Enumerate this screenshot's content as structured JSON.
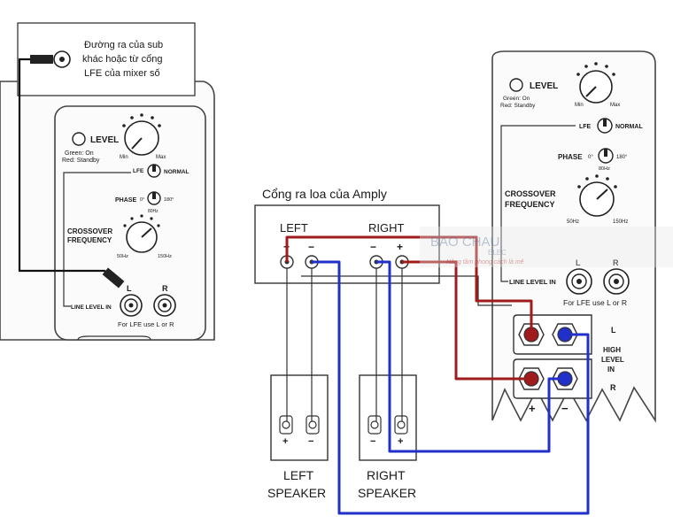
{
  "annotations": {
    "sub_output_note": [
      "Đường ra của sub",
      "khác hoặc từ cổng",
      "LFE của mixer số"
    ],
    "amp_output_note": "Cổng ra loa của Amply"
  },
  "sub_panel": {
    "level_label": "LEVEL",
    "status_line1": "Green: On",
    "status_line2": "Red: Standby",
    "knob_min": "Min",
    "knob_max": "Max",
    "lfe_label": "LFE",
    "normal_label": "NORMAL",
    "phase_label": "PHASE",
    "phase_0": "0°",
    "phase_180": "180°",
    "phase_mid": "80Hz",
    "crossover_line1": "CROSSOVER",
    "crossover_line2": "FREQUENCY",
    "crossover_min": "50Hz",
    "crossover_max": "150Hz",
    "line_level_in": "LINE LEVEL IN",
    "jack_l": "L",
    "jack_r": "R",
    "lfe_note": "For LFE use L or R"
  },
  "high_level_in": {
    "label_l": "L",
    "label_high": "HIGH",
    "label_level": "LEVEL",
    "label_in": "IN",
    "label_r": "R",
    "plus": "+",
    "minus": "−"
  },
  "amplifier": {
    "left": "LEFT",
    "right": "RIGHT",
    "plus": "+",
    "minus": "−"
  },
  "speakers": {
    "left_line1": "LEFT",
    "left_line2": "SPEAKER",
    "right_line1": "RIGHT",
    "right_line2": "SPEAKER",
    "plus": "+",
    "minus": "−"
  },
  "watermark": {
    "brand": "BAO CHAU",
    "sub": "ELEC",
    "slogan": "Nâng tầm phong cách là mê"
  },
  "colors": {
    "positive_wire": "#a01c1c",
    "negative_wire": "#2030c8",
    "signal_cable": "#111111"
  }
}
